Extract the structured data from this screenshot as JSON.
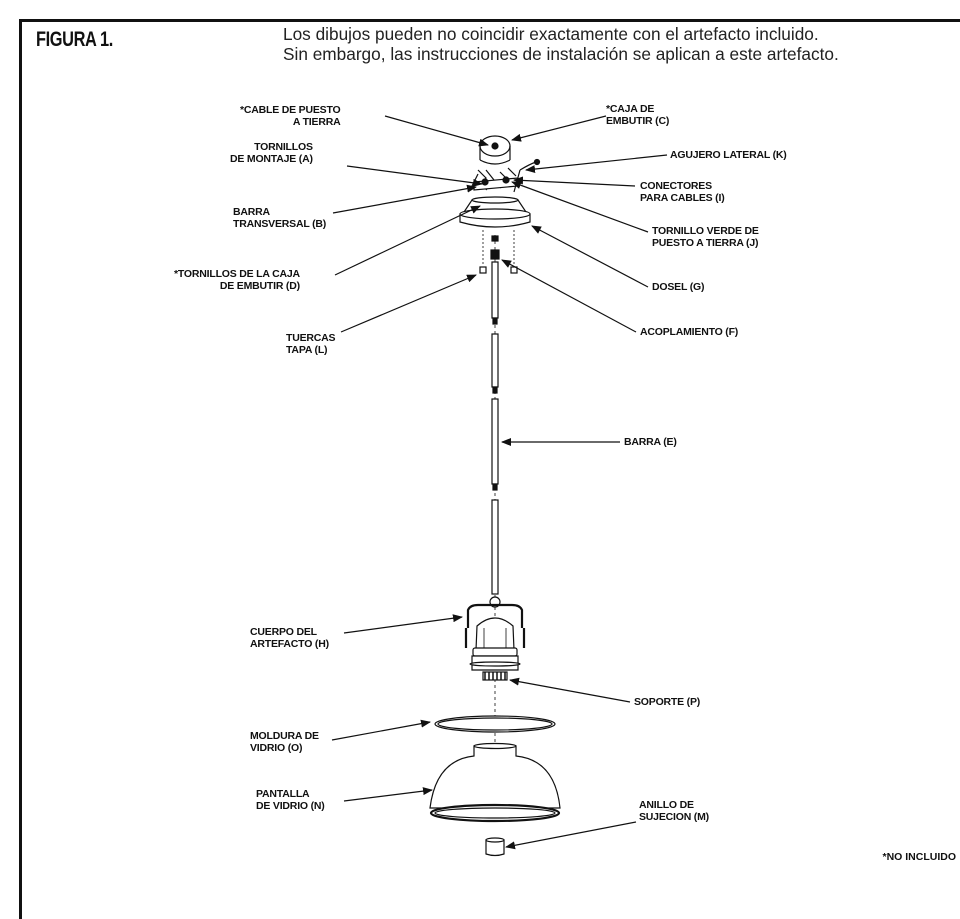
{
  "figure_title": "FIGURA 1.",
  "intro_lines": [
    "Los dibujos pueden no coincidir exactamente con el artefacto incluido.",
    "Sin embargo, las instrucciones de instalación se aplican a este artefacto."
  ],
  "labels": {
    "ground_wire": "*CABLE DE PUESTO\nA TIERRA",
    "outlet_box": "*CAJA DE\nEMBUTIR (C)",
    "mounting_screws": "TORNILLOS\nDE MONTAJE (A)",
    "side_hole": "AGUJERO LATERAL (K)",
    "wire_connectors": "CONECTORES\nPARA CABLES (I)",
    "crossbar": "BARRA\nTRANSVERSAL (B)",
    "green_ground_screw": "TORNILLO VERDE DE\nPUESTO A TIERRA (J)",
    "outlet_box_screws": "*TORNILLOS DE LA CAJA\nDE EMBUTIR (D)",
    "canopy": "DOSEL (G)",
    "cap_nuts": "TUERCAS\nTAPA (L)",
    "coupling": "ACOPLAMIENTO (F)",
    "rod": "BARRA (E)",
    "fixture_body": "CUERPO DEL\nARTEFACTO (H)",
    "holder": "SOPORTE (P)",
    "glass_trim": "MOLDURA DE\nVIDRIO (O)",
    "glass_shade": "PANTALLA\nDE VIDRIO (N)",
    "retaining_ring": "ANILLO DE\nSUJECION (M)"
  },
  "footnote": "*NO INCLUIDO"
}
